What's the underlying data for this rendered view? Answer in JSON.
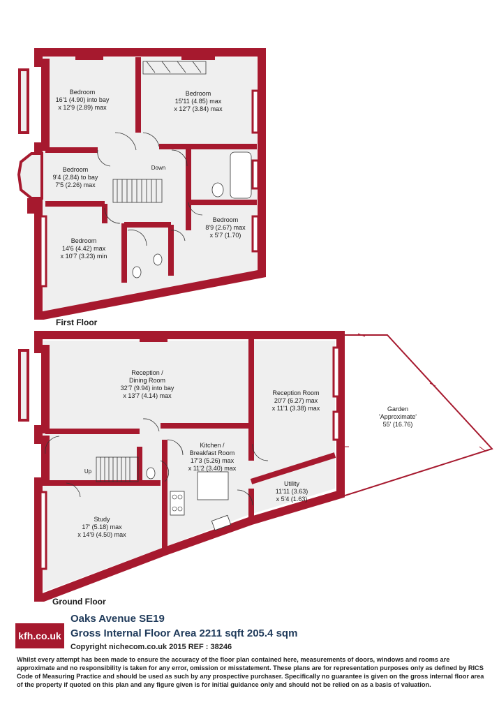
{
  "floors": {
    "first": {
      "label": "First Floor",
      "rooms": [
        {
          "name": "Bedroom",
          "dims": [
            "16'1 (4.90) into bay",
            "x 12'9 (2.89) max"
          ]
        },
        {
          "name": "Bedroom",
          "dims": [
            "15'11 (4.85) max",
            "x 12'7 (3.84) max"
          ]
        },
        {
          "name": "Bedroom",
          "dims": [
            "9'4 (2.84) to bay",
            "7'5 (2.26) max"
          ]
        },
        {
          "name": "Bedroom",
          "dims": [
            "8'9 (2.67) max",
            "x 5'7 (1.70)"
          ]
        },
        {
          "name": "Bedroom",
          "dims": [
            "14'6 (4.42) max",
            "x 10'7 (3.23) min"
          ]
        }
      ],
      "stair_label": "Down"
    },
    "ground": {
      "label": "Ground Floor",
      "rooms": [
        {
          "name": "Reception /",
          "name2": "Dining Room",
          "dims": [
            "32'7 (9.94) into bay",
            "x 13'7 (4.14) max"
          ]
        },
        {
          "name": "Reception Room",
          "dims": [
            "20'7 (6.27) max",
            "x 11'1 (3.38) max"
          ]
        },
        {
          "name": "Garden",
          "name2": "'Approximate'",
          "dims": [
            "55' (16.76)"
          ]
        },
        {
          "name": "Kitchen /",
          "name2": "Breakfast Room",
          "dims": [
            "17'3 (5.26) max",
            "x 11'2 (3.40) max"
          ]
        },
        {
          "name": "Utility",
          "dims": [
            "11'11 (3.63)",
            "x 5'4 (1.63)"
          ]
        },
        {
          "name": "Study",
          "dims": [
            "17' (5.18) max",
            "x 14'9 (4.50) max"
          ]
        }
      ],
      "stair_label": "Up"
    }
  },
  "footer": {
    "logo": "kfh.co.uk",
    "address": "Oaks Avenue SE19",
    "area": "Gross Internal Floor Area 2211 sqft 205.4 sqm",
    "copyright": "Copyright nichecom.co.uk 2015 REF : 38246",
    "disclaimer": "Whilst every attempt has been made to ensure the accuracy of the floor plan contained here, measurements of doors, windows and rooms are approximate and no responsibility is taken for any error, omission or misstatement.  These plans are for representation purposes only as defined by RICS Code of Measuring Practice and should be used as such by any prospective purchaser.  Specifically no guarantee is given on the gross internal floor area of the property if quoted on this plan and any figure given is for initial guidance only and should not be relied on as a basis of valuation."
  },
  "colors": {
    "wall": "#a6192e",
    "floor": "#efefef",
    "line": "#333333"
  }
}
